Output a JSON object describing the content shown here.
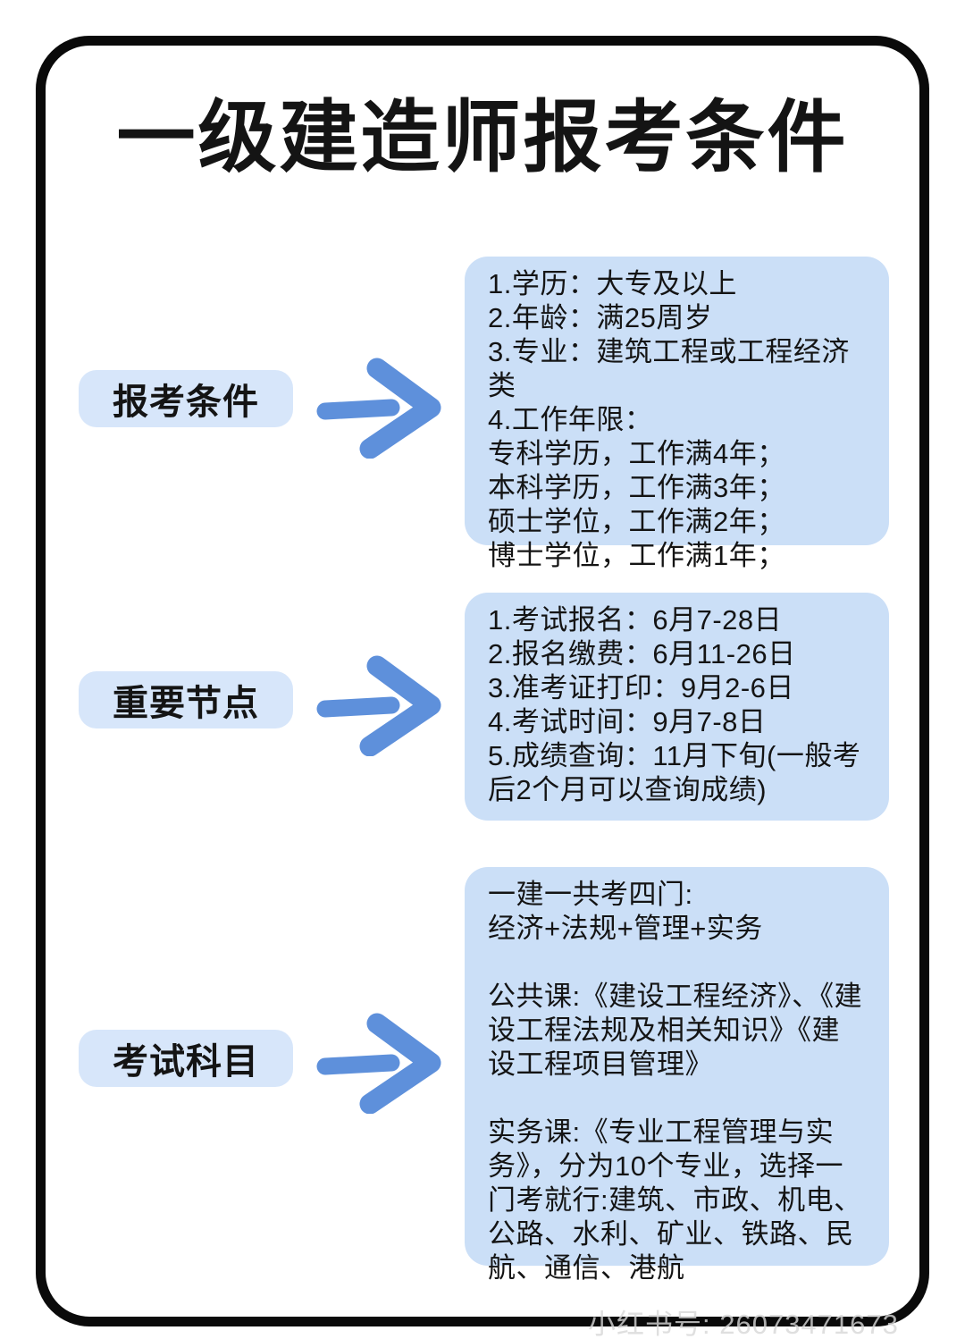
{
  "page": {
    "title": "一级建造师报考条件",
    "watermark": "小红书号: 26073471673"
  },
  "colors": {
    "content_box_bg": "#CBDFF7",
    "label_box_bg": "#D7E6FA",
    "arrow_blue": "#5E90DB",
    "text_dark": "#141414",
    "frame_black": "#0A0A0A"
  },
  "sections": [
    {
      "label": "报考条件",
      "lines": [
        "1.学历：大专及以上",
        "2.年龄：满25周岁",
        "3.专业：建筑工程或工程经济类",
        "4.工作年限：",
        "专科学历，工作满4年；",
        "本科学历，工作满3年；",
        "硕士学位，工作满2年；",
        "博士学位，工作满1年；"
      ]
    },
    {
      "label": "重要节点",
      "lines": [
        "1.考试报名：6月7-28日",
        "2.报名缴费：6月11-26日",
        "3.准考证打印：9月2-6日",
        "4.考试时间：9月7-8日",
        "5.成绩查询：11月下旬(一般考后2个月可以查询成绩)"
      ]
    },
    {
      "label": "考试科目",
      "lines": [
        "一建一共考四门:",
        "经济+法规+管理+实务",
        "",
        "公共课:《建设工程经济》、《建设工程法规及相关知识》《建设工程项目管理》",
        "",
        "实务课:《专业工程管理与实务》，分为10个专业，选择一门考就行:建筑、市政、机电、公路、水利、矿业、铁路、民航、通信、港航"
      ]
    }
  ]
}
